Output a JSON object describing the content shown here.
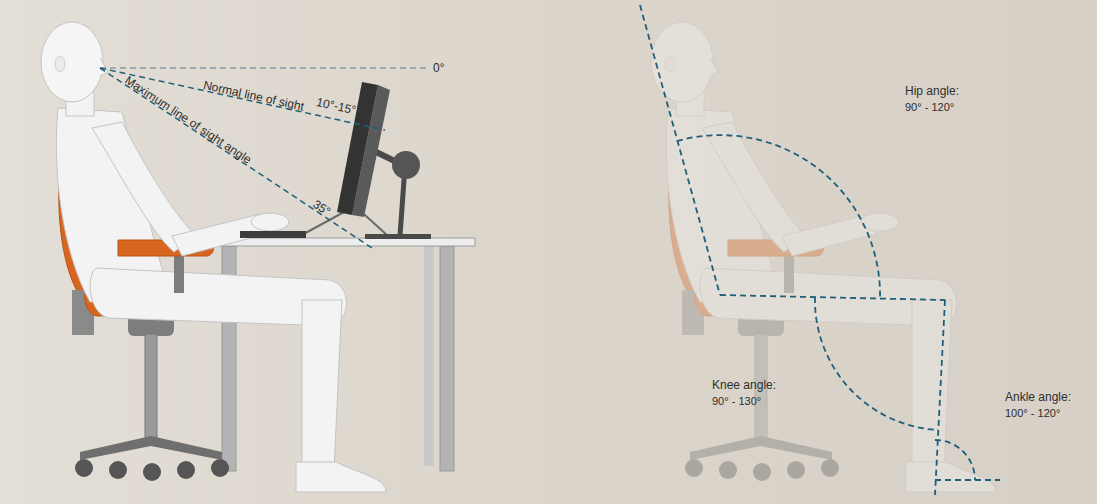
{
  "diagram": {
    "labels": [
      "0°",
      "Normal line of sight",
      "10°-15°",
      "Maximum line of sight angle",
      "35°",
      "Hip angle:",
      "90° - 120°",
      "Knee angle:",
      "90° - 130°",
      "Ankle angle:",
      "100° - 120°"
    ]
  }
}
